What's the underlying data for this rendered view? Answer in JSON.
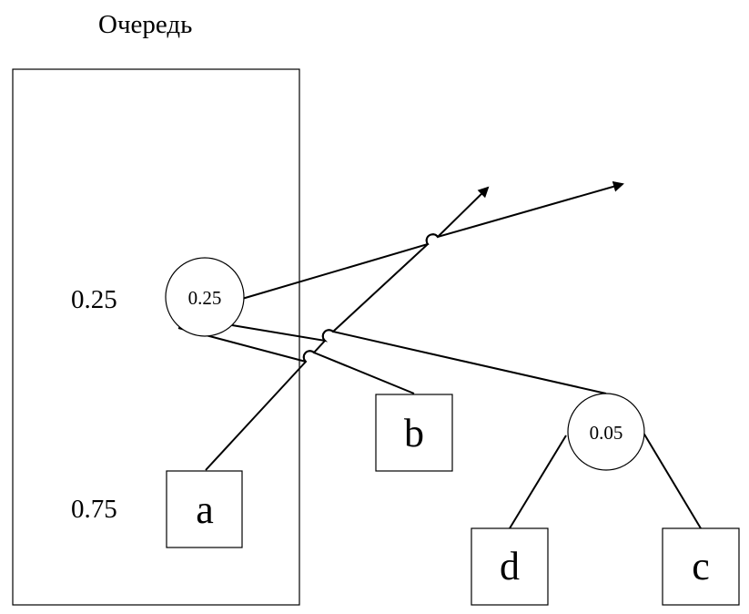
{
  "title": "Очередь",
  "queue_weights": {
    "upper": "0.25",
    "lower": "0.75"
  },
  "nodes": {
    "internal_a": "0.25",
    "internal_b": "0.05"
  },
  "leaves": {
    "a": "a",
    "b": "b",
    "c": "c",
    "d": "d"
  }
}
